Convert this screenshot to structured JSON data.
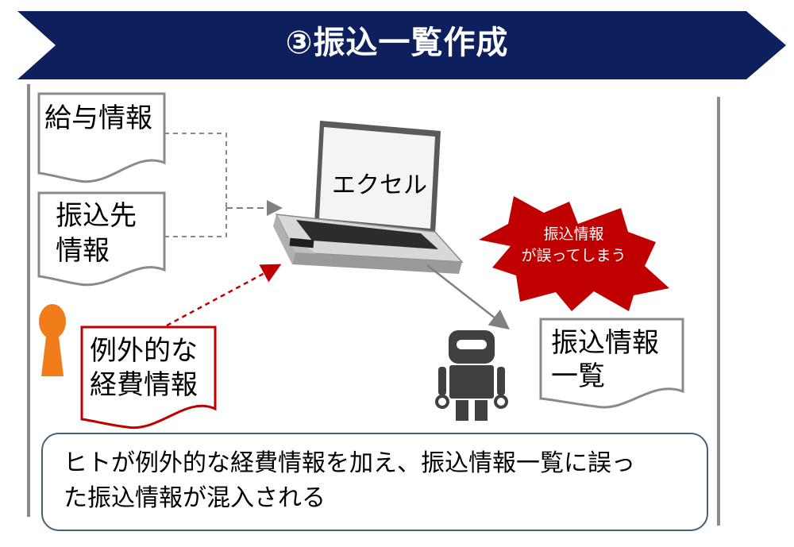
{
  "header": {
    "title": "③振込一覧作成"
  },
  "documents": {
    "salary": "給与情報",
    "transfer_dest": [
      "振込先",
      "情報"
    ],
    "exceptional_expense": [
      "例外的な",
      "経費情報"
    ],
    "transfer_list": [
      "振込情報",
      "一覧"
    ]
  },
  "laptop": {
    "label": "エクセル"
  },
  "warning": {
    "lines": [
      "振込情報",
      "が誤ってしまう"
    ]
  },
  "summary": {
    "lines": [
      "ヒトが例外的な経費情報を加え、振込情報一覧に誤っ",
      "た振込情報が混入される"
    ]
  },
  "colors": {
    "banner": "#0d1f5c",
    "accent_red": "#c00000",
    "person": "#f07d1a",
    "robot": "#404040",
    "box_border": "#47607a"
  }
}
